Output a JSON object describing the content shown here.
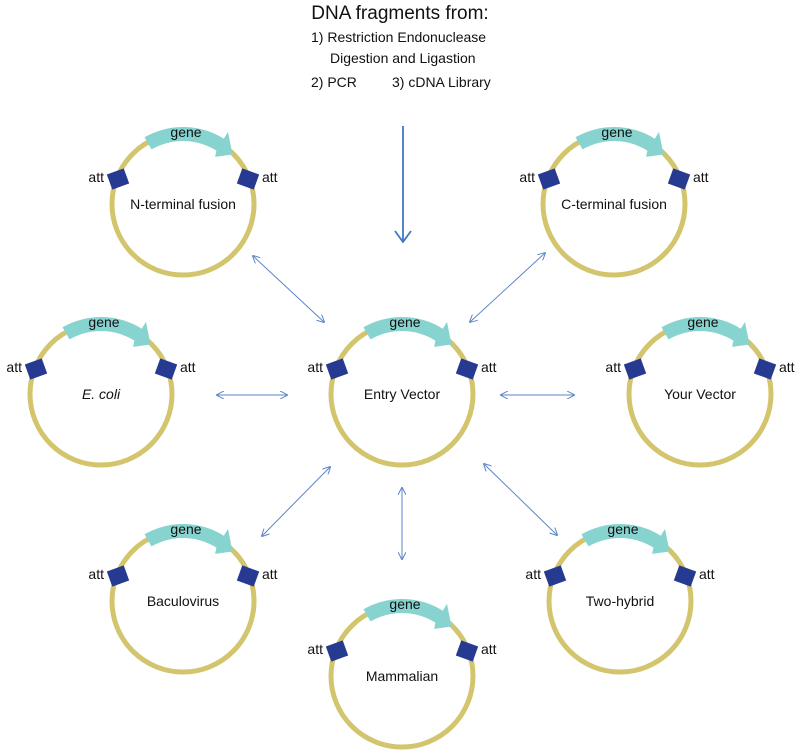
{
  "header": {
    "title": "DNA fragments from:",
    "line1": "1) Restriction Endonuclease",
    "line2": "Digestion and Ligastion",
    "option2": "2) PCR",
    "option3": "3) cDNA Library"
  },
  "gene_label": "gene",
  "att_label": "att",
  "colors": {
    "ring": "#d2c56d",
    "gene_arrow": "#86d3cf",
    "att_box": "#273a91",
    "arrow": "#5b86c6"
  },
  "vectors": [
    {
      "id": "n-terminal-fusion",
      "label": "N-terminal fusion",
      "italic": false
    },
    {
      "id": "c-terminal-fusion",
      "label": "C-terminal fusion",
      "italic": false
    },
    {
      "id": "e-coli",
      "label": "E. coli",
      "italic": true
    },
    {
      "id": "entry-vector",
      "label": "Entry Vector",
      "italic": false
    },
    {
      "id": "your-vector",
      "label": "Your Vector",
      "italic": false
    },
    {
      "id": "baculovirus",
      "label": "Baculovirus",
      "italic": false
    },
    {
      "id": "two-hybrid",
      "label": "Two-hybrid",
      "italic": false
    },
    {
      "id": "mammalian",
      "label": "Mammalian",
      "italic": false
    }
  ]
}
